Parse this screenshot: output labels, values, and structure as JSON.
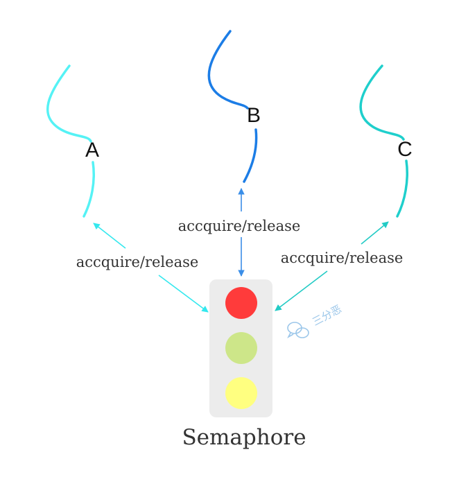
{
  "threads": [
    {
      "label": "A",
      "color": "#55f2f5"
    },
    {
      "label": "B",
      "color": "#1c7de6"
    },
    {
      "label": "C",
      "color": "#1fcfcc"
    }
  ],
  "arrows": {
    "a_label": "accquire/release",
    "b_label": "accquire/release",
    "c_label": "accquire/release",
    "a_color": "#34e8ee",
    "b_color": "#3a8ee8",
    "c_color": "#22cbc5"
  },
  "semaphore": {
    "title": "Semaphore",
    "housing_color": "#ececec",
    "lights": [
      "#ff3b3b",
      "#cde689",
      "#ffff80"
    ]
  },
  "watermark": {
    "text": "三分恶",
    "color": "#9cc7ea",
    "icon": "wechat-icon"
  }
}
